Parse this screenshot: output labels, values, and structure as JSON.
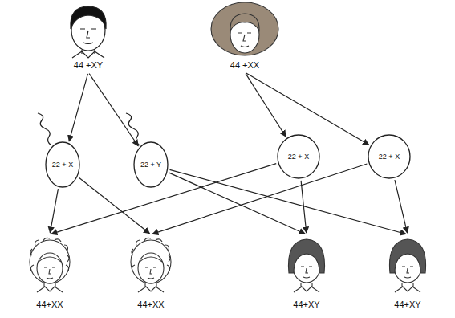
{
  "diagram": {
    "nodes": [
      {
        "text": [
          "44 +XY"
        ]
      },
      {
        "text": [
          "44 +XX"
        ]
      },
      {
        "text": [
          "22 + X"
        ]
      },
      {
        "text": [
          "22 + Y"
        ]
      },
      {
        "text": [
          "22 + X"
        ]
      },
      {
        "text": [
          "22 + X"
        ]
      },
      {
        "text": [
          "44+XX"
        ]
      },
      {
        "text": [
          "44+XX"
        ]
      },
      {
        "text": [
          "44+XY"
        ]
      },
      {
        "text": [
          "44+XY"
        ]
      }
    ],
    "edges": [
      {
        "from": 0,
        "to": 2,
        "arrow": "to"
      },
      {
        "from": 0,
        "to": 3,
        "arrow": "to"
      },
      {
        "from": 1,
        "to": 4,
        "arrow": "to"
      },
      {
        "from": 1,
        "to": 5,
        "arrow": "to"
      },
      {
        "from": 2,
        "to": 6,
        "arrow": "to"
      },
      {
        "from": 2,
        "to": 7,
        "arrow": "to"
      },
      {
        "from": 3,
        "to": 8,
        "arrow": "to"
      },
      {
        "from": 3,
        "to": 9,
        "arrow": "to"
      },
      {
        "from": 4,
        "to": 6,
        "arrow": "to"
      },
      {
        "from": 4,
        "to": 8,
        "arrow": "to"
      },
      {
        "from": 5,
        "to": 7,
        "arrow": "to"
      },
      {
        "from": 5,
        "to": 9,
        "arrow": "to"
      }
    ]
  }
}
